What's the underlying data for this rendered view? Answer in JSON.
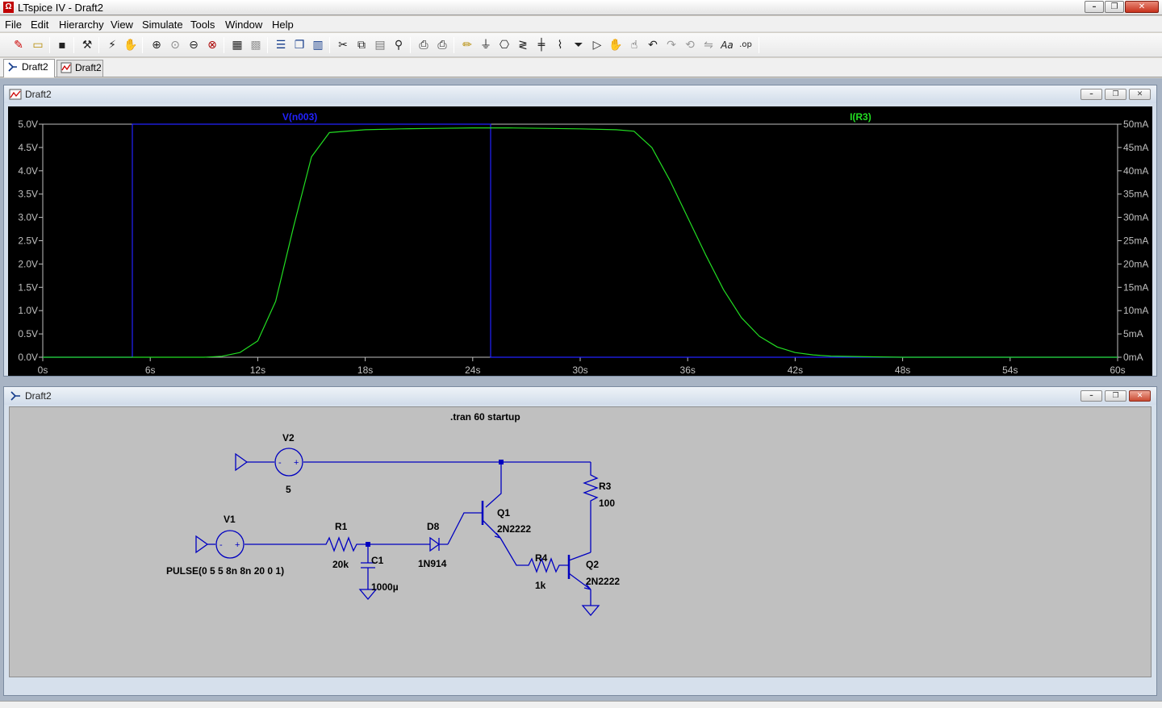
{
  "window": {
    "title": "LTspice IV - Draft2",
    "app_icon": "ltspice-icon"
  },
  "menu": [
    "File",
    "Edit",
    "Hierarchy",
    "View",
    "Simulate",
    "Tools",
    "Window",
    "Help"
  ],
  "toolbar": {
    "icons": [
      "new-schematic-icon",
      "open-icon",
      "save-icon",
      "control-panel-icon",
      "run-icon",
      "halt-icon",
      "zoom-in-icon",
      "zoom-pan-icon",
      "zoom-out-icon",
      "zoom-fit-icon",
      "autorange-icon",
      "grid-icon",
      "tile-horizontal-icon",
      "cascade-icon",
      "tile-vertical-icon",
      "cut-icon",
      "copy-icon",
      "paste-icon",
      "find-icon",
      "print-preview-icon",
      "print-icon",
      "wire-icon",
      "ground-icon",
      "label-icon",
      "resistor-icon",
      "capacitor-icon",
      "inductor-icon",
      "diode-icon",
      "component-icon",
      "move-icon",
      "drag-icon",
      "undo-icon",
      "redo-icon",
      "rotate-icon",
      "mirror-icon",
      "text-icon",
      "spice-directive-icon"
    ]
  },
  "tabs": [
    {
      "label": "Draft2",
      "kind": "schematic",
      "active": true
    },
    {
      "label": "Draft2",
      "kind": "waveform",
      "active": false
    }
  ],
  "plot_window": {
    "title": "Draft2"
  },
  "schematic_window": {
    "title": "Draft2"
  },
  "chart_data": {
    "type": "line",
    "x_ticks": [
      "0s",
      "6s",
      "12s",
      "18s",
      "24s",
      "30s",
      "36s",
      "42s",
      "48s",
      "54s",
      "60s"
    ],
    "y_left_ticks": [
      "0.0V",
      "0.5V",
      "1.0V",
      "1.5V",
      "2.0V",
      "2.5V",
      "3.0V",
      "3.5V",
      "4.0V",
      "4.5V",
      "5.0V"
    ],
    "y_right_ticks": [
      "0mA",
      "5mA",
      "10mA",
      "15mA",
      "20mA",
      "25mA",
      "30mA",
      "35mA",
      "40mA",
      "45mA",
      "50mA"
    ],
    "xlim": [
      0,
      60
    ],
    "ylim_left": [
      0,
      5
    ],
    "ylim_right": [
      0,
      50
    ],
    "background": "#000000",
    "grid": false,
    "series": [
      {
        "name": "V(n003)",
        "axis": "left",
        "color": "#2222ff",
        "x": [
          0,
          5,
          5,
          25,
          25,
          60
        ],
        "y": [
          0,
          0,
          5,
          5,
          0,
          0
        ]
      },
      {
        "name": "I(R3)",
        "axis": "right",
        "color": "#22dd22",
        "x": [
          0,
          9,
          10,
          11,
          12,
          13,
          14,
          15,
          16,
          18,
          20,
          22,
          24,
          26,
          28,
          30,
          32,
          33,
          34,
          35,
          36,
          37,
          38,
          39,
          40,
          41,
          42,
          43,
          44,
          46,
          48,
          60
        ],
        "y": [
          0,
          0,
          0.2,
          1.0,
          3.5,
          12,
          28,
          43,
          48.2,
          48.8,
          49,
          49.1,
          49.2,
          49.2,
          49.1,
          49,
          48.8,
          48.5,
          45,
          38,
          30,
          22,
          14.5,
          8.5,
          4.5,
          2.2,
          1.0,
          0.5,
          0.25,
          0.1,
          0,
          0
        ]
      }
    ]
  },
  "schematic": {
    "directive": ".tran 60 startup",
    "components": {
      "v2": {
        "ref": "V2",
        "value": "5"
      },
      "v1": {
        "ref": "V1",
        "value": "PULSE(0 5 5 8n 8n 20 0 1)"
      },
      "r1": {
        "ref": "R1",
        "value": "20k"
      },
      "c1": {
        "ref": "C1",
        "value": "1000µ"
      },
      "d8": {
        "ref": "D8",
        "value": "1N914"
      },
      "q1": {
        "ref": "Q1",
        "value": "2N2222"
      },
      "r3": {
        "ref": "R3",
        "value": "100"
      },
      "r4": {
        "ref": "R4",
        "value": "1k"
      },
      "q2": {
        "ref": "Q2",
        "value": "2N2222"
      }
    },
    "pin_plus": "+",
    "pin_minus": "-"
  },
  "colors": {
    "wire": "#0000c0",
    "schematic_bg": "#c0c0c0",
    "plot_bg": "#000000",
    "axis": "#c0c0c0"
  }
}
